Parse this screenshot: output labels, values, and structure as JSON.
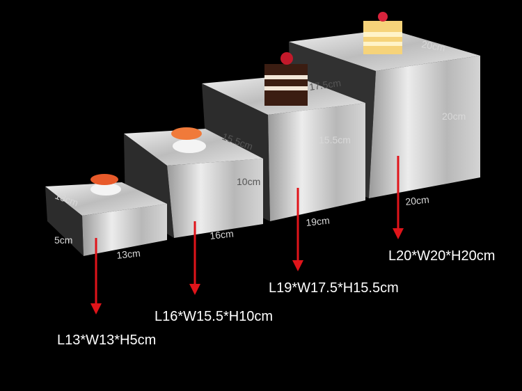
{
  "stands": [
    {
      "id": "small",
      "caption": "L13*W13*H5cm",
      "width_label": "13cm",
      "depth_label": "13cm",
      "height_label": "5cm"
    },
    {
      "id": "medium",
      "caption": "L16*W15.5*H10cm",
      "width_label": "16cm",
      "depth_label": "15.5cm",
      "height_label": "10cm"
    },
    {
      "id": "large",
      "caption": "L19*W17.5*H15.5cm",
      "width_label": "19cm",
      "depth_label": "17.5cm",
      "height_label": "15.5cm"
    },
    {
      "id": "xlarge",
      "caption": "L20*W20*H20cm",
      "width_label": "20cm",
      "depth_label": "20cm",
      "height_label": "20cm"
    }
  ],
  "colors": {
    "background": "#000000",
    "arrow": "#e0141a",
    "caption_text": "#ffffff",
    "dimension_text": "#d8d8d8"
  }
}
